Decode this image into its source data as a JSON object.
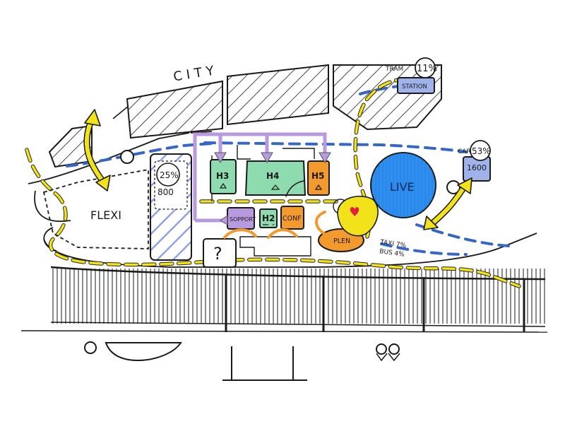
{
  "labels": {
    "city": "CITY",
    "tram": "TRAM",
    "tram_share": "11%",
    "station": "STATION",
    "car": "CAR",
    "car_share": "53%",
    "car_count": "1600",
    "parking_share": "25%",
    "parking_count": "800",
    "flexi": "FLEXI",
    "h3": "H3",
    "h4": "H4",
    "h5": "H5",
    "h2": "H2",
    "support": "SOPPORT",
    "conf": "CONF",
    "plen": "PLEN",
    "live": "LIVE",
    "question": "?",
    "taxi": "TAXI 7%",
    "bus": "BUS 4%"
  },
  "colors": {
    "ink": "#1a1a1a",
    "green": "#8fdbb0",
    "violet": "#b89ae0",
    "orange": "#f29a2e",
    "blue_live": "#2f8ff0",
    "blue_path": "#3566c8",
    "yellow": "#f2e21a",
    "light_blue": "#9fb3ea"
  }
}
